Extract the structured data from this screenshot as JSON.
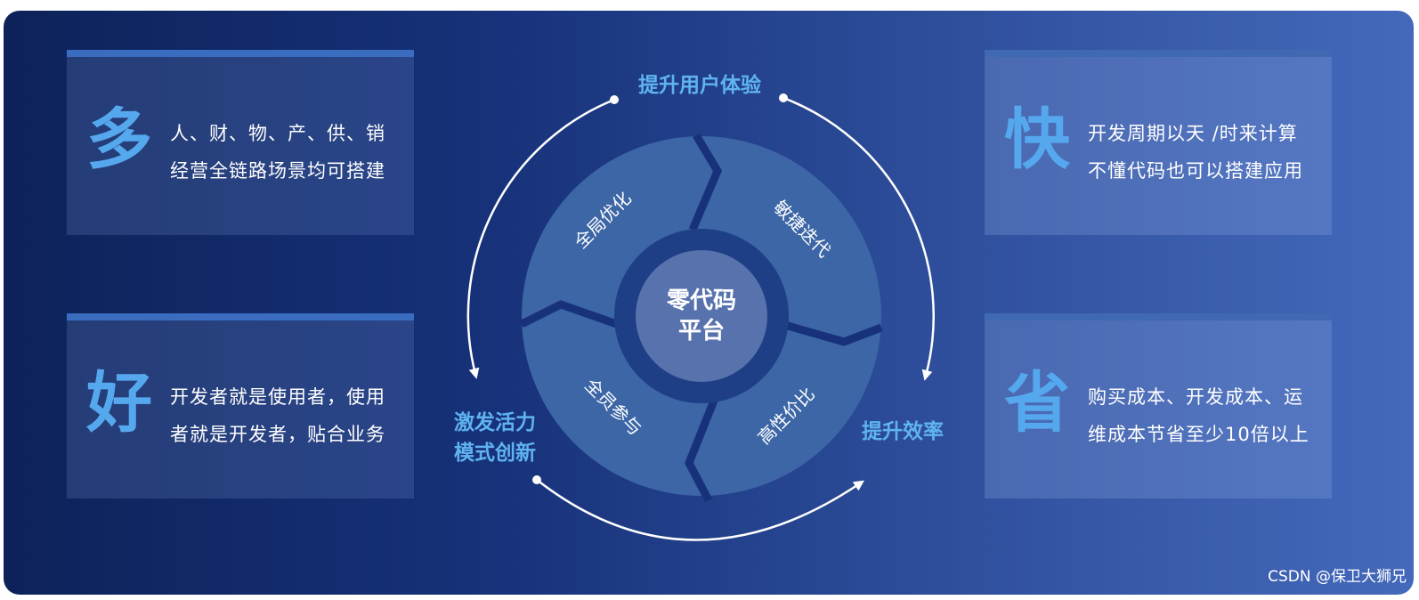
{
  "cards": {
    "duo": {
      "char": "多",
      "line1": "人、财、物、产、供、销",
      "line2": "经营全链路场景均可搭建"
    },
    "hao": {
      "char": "好",
      "line1": "开发者就是使用者，使用",
      "line2": "者就是开发者，贴合业务"
    },
    "kuai": {
      "char": "快",
      "line1": "开发周期以天 /时来计算",
      "line2": "不懂代码也可以搭建应用"
    },
    "sheng": {
      "char": "省",
      "line1": "购买成本、开发成本、运",
      "line2": "维成本节省至少10倍以上"
    }
  },
  "cycle": {
    "top_label": "提升用户体验",
    "right_label": "提升效率",
    "left_label_1": "激发活力",
    "left_label_2": "模式创新"
  },
  "center": {
    "line1": "零代码",
    "line2": "平台"
  },
  "segments": {
    "top_left": "全局优化",
    "top_right": "敏捷迭代",
    "bottom_left": "全员参与",
    "bottom_right": "高性价比"
  },
  "credit": "CSDN @保卫大狮兄",
  "colors": {
    "accent_blue": "#55a8ee",
    "label_blue": "#5fb3f0",
    "segment_fill": "#3c66a6",
    "center_fill": "#5872ad"
  }
}
